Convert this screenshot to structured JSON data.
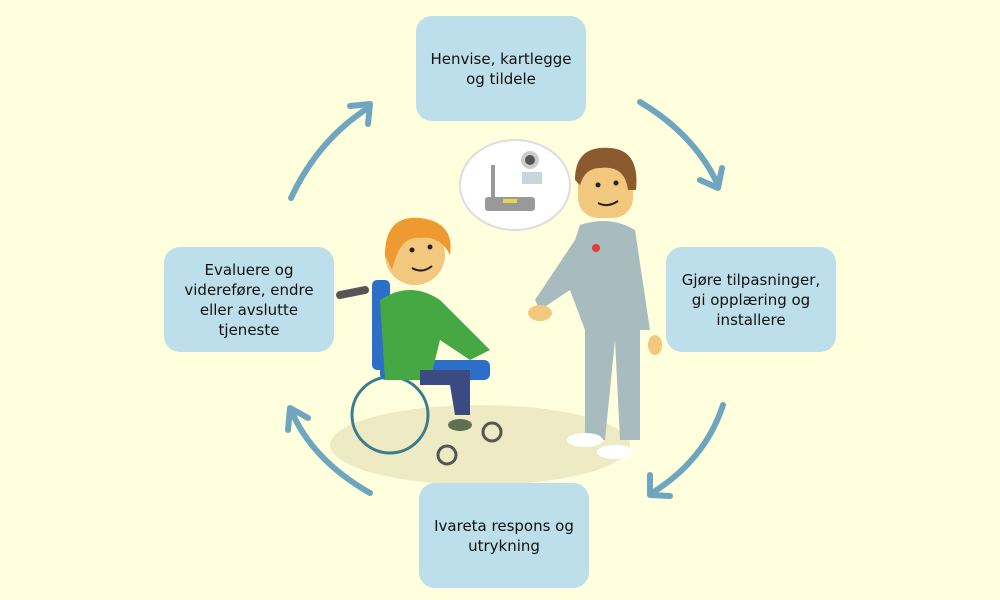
{
  "steps": [
    {
      "label": "Henvise, kartlegge og tildele"
    },
    {
      "label": "Gjøre tilpasninger, gi opplæring og installere"
    },
    {
      "label": "Ivareta respons og utrykning"
    },
    {
      "label": "Evaluere og videreføre, endre eller avslutte tjeneste"
    }
  ],
  "colors": {
    "background": "#FFFFDE",
    "box": "#BDDEEB",
    "arrow": "#6FA6BF"
  }
}
